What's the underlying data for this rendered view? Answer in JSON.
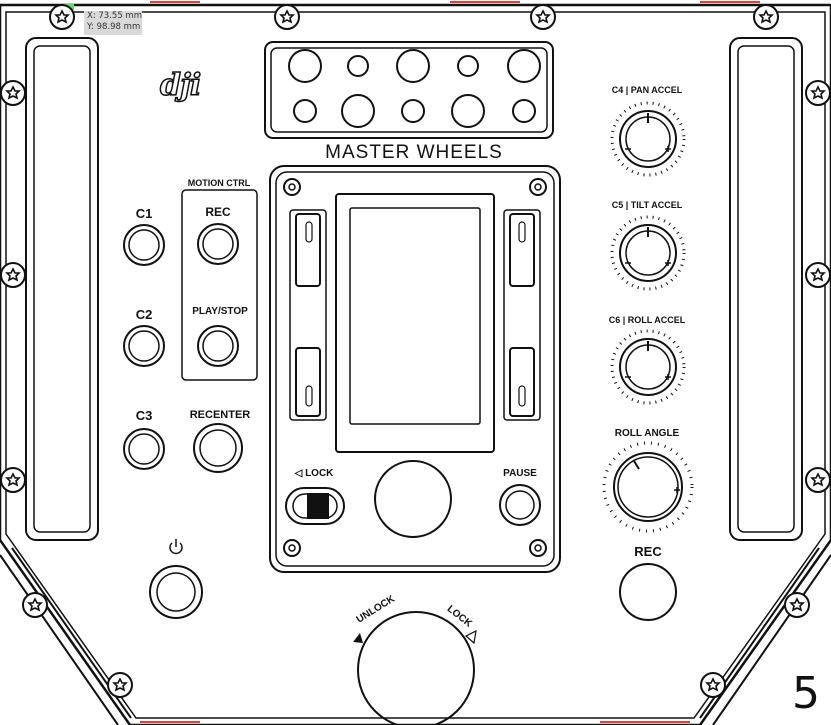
{
  "readout": {
    "x": "X: 73.55 mm",
    "y": "Y: 98.98 mm"
  },
  "brand": "dji",
  "page_number": "5",
  "labels": {
    "master_wheels": "MASTER WHEELS",
    "motion_ctrl": "MOTION CTRL",
    "c1": "C1",
    "c2": "C2",
    "c3": "C3",
    "rec_small": "REC",
    "play_stop": "PLAY/STOP",
    "recenter": "RECENTER",
    "lock": "◁ LOCK",
    "pause": "PAUSE",
    "rec_main": "REC",
    "c4": "C4 | PAN ACCEL",
    "c5": "C5 | TILT ACCEL",
    "c6": "C6 | ROLL ACCEL",
    "roll_angle": "ROLL ANGLE",
    "unlock_arc": "UNLOCK",
    "lock_arc": "LOCK",
    "power_symbol": "⏻"
  },
  "icons": {
    "screw": "screw-icon",
    "power": "power-icon",
    "lock_arrow": "triangle-left-icon"
  },
  "colors": {
    "stroke": "#111111",
    "accent_red": "#e04040",
    "marker_green": "#6bd36b"
  }
}
